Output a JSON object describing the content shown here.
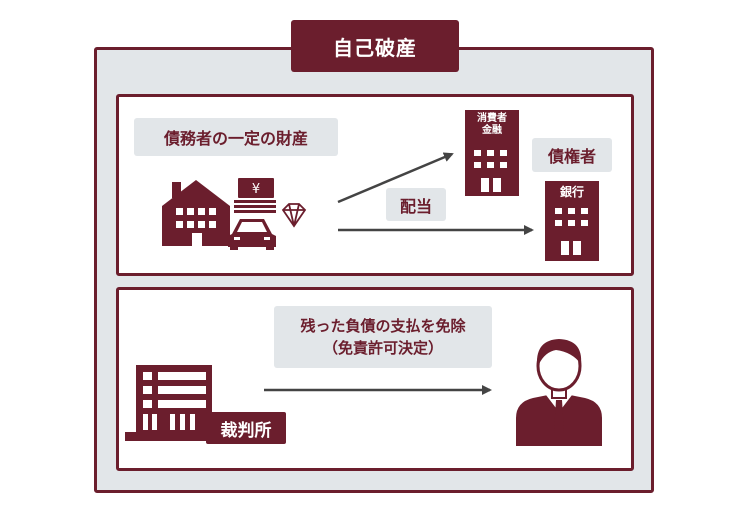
{
  "title": "自己破産",
  "top": {
    "debtor_property_label": "債務者の一定の財産",
    "distribution_label": "配当",
    "creditors_label": "債権者",
    "consumer_finance_label_line1": "消費者",
    "consumer_finance_label_line2": "金融",
    "bank_label": "銀行"
  },
  "bottom": {
    "discharge_line1": "残った負債の支払を免除",
    "discharge_line2": "（免責許可決定）",
    "court_label": "裁判所"
  },
  "colors": {
    "accent": "#6b1e2d",
    "panel_bg": "#e2e6e9",
    "arrow": "#444444"
  }
}
